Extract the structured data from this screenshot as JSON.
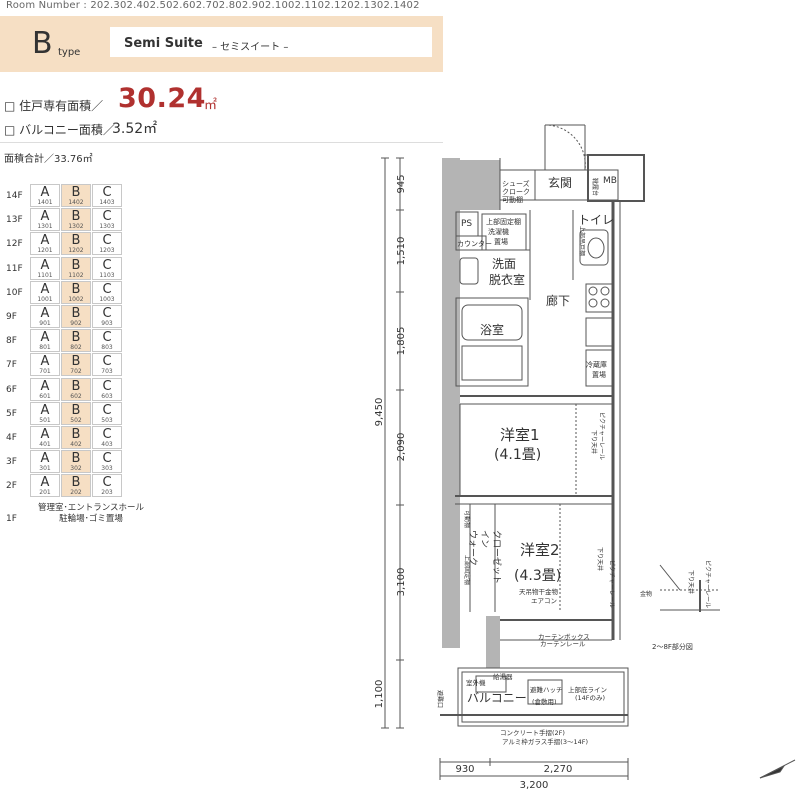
{
  "header": {
    "room_numbers": "Room Number : 202.302.402.502.602.702.802.902.1002.1102.1202.1302.1402",
    "type_letter": "B",
    "type_word": "type",
    "suite_name": "Semi Suite",
    "suite_kana": "– セミスイート –"
  },
  "areas": {
    "exclusive_label": "□ 住戸専有面積／",
    "exclusive_value": "30.24",
    "exclusive_unit": "㎡",
    "balcony_label": "□ バルコニー面積／",
    "balcony_value": "3.52㎡",
    "total": "面積合計／33.76㎡"
  },
  "floor_table": {
    "floors": [
      {
        "floor": "14F",
        "units": [
          {
            "t": "A",
            "n": "1401"
          },
          {
            "t": "B",
            "n": "1402"
          },
          {
            "t": "C",
            "n": "1403"
          }
        ]
      },
      {
        "floor": "13F",
        "units": [
          {
            "t": "A",
            "n": "1301"
          },
          {
            "t": "B",
            "n": "1302"
          },
          {
            "t": "C",
            "n": "1303"
          }
        ]
      },
      {
        "floor": "12F",
        "units": [
          {
            "t": "A",
            "n": "1201"
          },
          {
            "t": "B",
            "n": "1202"
          },
          {
            "t": "C",
            "n": "1203"
          }
        ]
      },
      {
        "floor": "11F",
        "units": [
          {
            "t": "A",
            "n": "1101"
          },
          {
            "t": "B",
            "n": "1102"
          },
          {
            "t": "C",
            "n": "1103"
          }
        ]
      },
      {
        "floor": "10F",
        "units": [
          {
            "t": "A",
            "n": "1001"
          },
          {
            "t": "B",
            "n": "1002"
          },
          {
            "t": "C",
            "n": "1003"
          }
        ]
      },
      {
        "floor": "9F",
        "units": [
          {
            "t": "A",
            "n": "901"
          },
          {
            "t": "B",
            "n": "902"
          },
          {
            "t": "C",
            "n": "903"
          }
        ]
      },
      {
        "floor": "8F",
        "units": [
          {
            "t": "A",
            "n": "801"
          },
          {
            "t": "B",
            "n": "802"
          },
          {
            "t": "C",
            "n": "803"
          }
        ]
      },
      {
        "floor": "7F",
        "units": [
          {
            "t": "A",
            "n": "701"
          },
          {
            "t": "B",
            "n": "702"
          },
          {
            "t": "C",
            "n": "703"
          }
        ]
      },
      {
        "floor": "6F",
        "units": [
          {
            "t": "A",
            "n": "601"
          },
          {
            "t": "B",
            "n": "602"
          },
          {
            "t": "C",
            "n": "603"
          }
        ]
      },
      {
        "floor": "5F",
        "units": [
          {
            "t": "A",
            "n": "501"
          },
          {
            "t": "B",
            "n": "502"
          },
          {
            "t": "C",
            "n": "503"
          }
        ]
      },
      {
        "floor": "4F",
        "units": [
          {
            "t": "A",
            "n": "401"
          },
          {
            "t": "B",
            "n": "402"
          },
          {
            "t": "C",
            "n": "403"
          }
        ]
      },
      {
        "floor": "3F",
        "units": [
          {
            "t": "A",
            "n": "301"
          },
          {
            "t": "B",
            "n": "302"
          },
          {
            "t": "C",
            "n": "303"
          }
        ]
      },
      {
        "floor": "2F",
        "units": [
          {
            "t": "A",
            "n": "201"
          },
          {
            "t": "B",
            "n": "202"
          },
          {
            "t": "C",
            "n": "203"
          }
        ]
      }
    ],
    "highlight_type": "B",
    "first_floor_label": "1F",
    "first_floor_note_line1": "管理室･エントランスホール",
    "first_floor_note_line2": "駐輪場･ゴミ置場"
  },
  "plan": {
    "rooms": {
      "genkan": "玄関",
      "mb": "MB",
      "shoes": "シューズ\nクローク\n可動棚",
      "kutsu": "靴\n履\n台",
      "ps": "PS",
      "counter": "カウンター",
      "laundry": "上部固定棚\n洗濯機\n置場",
      "toilet": "トイレ",
      "toilet_shelf": "上部吊戸棚",
      "washroom": "洗面\n脱衣室",
      "bath": "浴室",
      "hallway": "廊下",
      "fridge": "冷蔵庫\n置場",
      "room1": "洋室1",
      "room1_size": "(4.1畳)",
      "room2": "洋室2",
      "room2_size": "(4.3畳)",
      "walkin": "ウォーク\nイン\nクローゼット",
      "movable_shelf": "可動棚",
      "top_fixed_shelf": "上部固定棚",
      "picture_rail": "ピクチャーレール",
      "down_ceiling": "下り天井",
      "hanger": "天吊物干金物",
      "aircon": "エアコン",
      "curtain": "カーテンボックス\nカーテンレール",
      "outdoor_unit": "室外機",
      "water_supply": "給湯器",
      "balcony": "バルコニー",
      "evac_hatch": "避難ハッチ\n(倉敷用)",
      "top_floor_line": "上部庇ライン\n(14Fのみ)",
      "evac_port": "避難口",
      "handrail": "コンクリート手摺(2F)\nアルミ枠ガラス手摺(3〜14F)",
      "partial_label": "2〜8F部分図",
      "partial_picture_rail": "ピクチャーレール",
      "partial_down_ceiling": "下り天井",
      "partial_fitting": "金物"
    },
    "dims_v": [
      "945",
      "1,510",
      "1,805",
      "2,090",
      "3,100",
      "1,100"
    ],
    "dim_total_v": "9,450",
    "dims_h": [
      "930",
      "2,270"
    ],
    "dim_total_h": "3,200"
  }
}
